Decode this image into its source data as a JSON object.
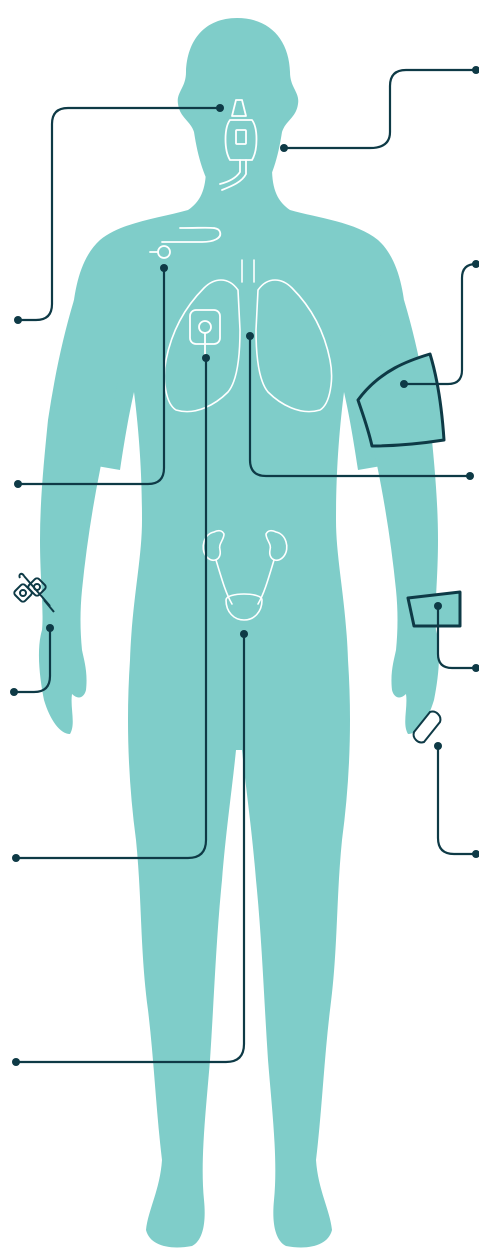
{
  "colors": {
    "body_fill": "#7fcdc9",
    "leader_line": "#0e3a46",
    "outline": "#ffffff",
    "background": "#ffffff"
  },
  "figure": {
    "subject": "human-body-front-view",
    "organs": [
      "lungs",
      "kidneys",
      "bladder"
    ],
    "devices": [
      "oxygen-mask",
      "nasal-cannula",
      "central-line",
      "chest-electrode",
      "blood-pressure-cuff",
      "wrist-band",
      "pulse-oximeter-clip",
      "iv-catheter",
      "urinary-catheter"
    ]
  },
  "callouts": [
    {
      "id": "nose-left",
      "side": "left",
      "target": "nasal-cannula"
    },
    {
      "id": "face-right",
      "side": "right",
      "target": "oxygen-mask"
    },
    {
      "id": "chest-line-left",
      "side": "left",
      "target": "central-line"
    },
    {
      "id": "upper-arm-right",
      "side": "right",
      "target": "blood-pressure-cuff"
    },
    {
      "id": "lung-right",
      "side": "right",
      "target": "lungs"
    },
    {
      "id": "hand-left",
      "side": "left",
      "target": "iv-catheter"
    },
    {
      "id": "wrist-right",
      "side": "right",
      "target": "wrist-band"
    },
    {
      "id": "finger-right",
      "side": "right",
      "target": "pulse-oximeter-clip"
    },
    {
      "id": "chest-pad-left",
      "side": "left",
      "target": "chest-electrode"
    },
    {
      "id": "bladder-left",
      "side": "left",
      "target": "urinary-catheter"
    }
  ]
}
